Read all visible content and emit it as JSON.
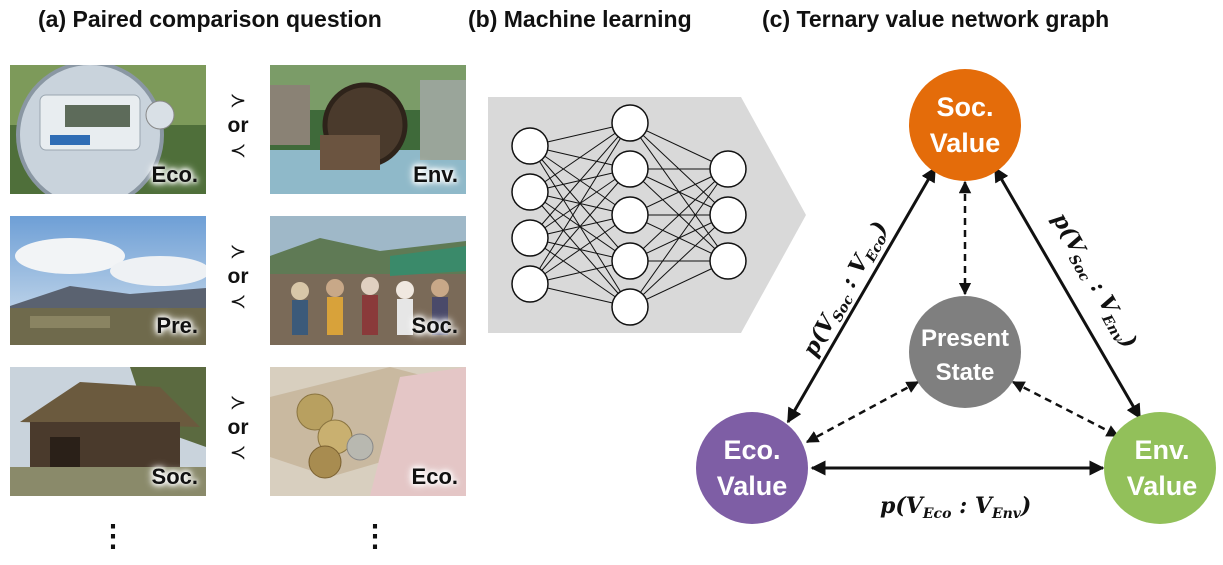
{
  "titles": {
    "a": "(a) Paired comparison question",
    "b": "(b) Machine learning",
    "c": "(c) Ternary value network graph"
  },
  "pairs": [
    {
      "left": "Eco.",
      "right": "Env.",
      "gt": "≻",
      "or": "or",
      "lt": "≺"
    },
    {
      "left": "Pre.",
      "right": "Soc.",
      "gt": "≻",
      "or": "or",
      "lt": "≺"
    },
    {
      "left": "Soc.",
      "right": "Eco.",
      "gt": "≻",
      "or": "or",
      "lt": "≺"
    }
  ],
  "ellipsis": "⋮",
  "network": {
    "layers": [
      4,
      5,
      3
    ]
  },
  "nodes": {
    "soc": {
      "line1": "Soc.",
      "line2": "Value",
      "color": "#e46c0a"
    },
    "eco": {
      "line1": "Eco.",
      "line2": "Value",
      "color": "#7e5ea5"
    },
    "env": {
      "line1": "Env.",
      "line2": "Value",
      "color": "#92c05a"
    },
    "present": {
      "line1": "Present",
      "line2": "State",
      "color": "#7f7f7f"
    }
  },
  "edge_labels": {
    "soc_eco": {
      "pre": "p(V",
      "sub1": "Soc",
      "mid": " : V",
      "sub2": "Eco",
      "post": ")"
    },
    "soc_env": {
      "pre": "p(V",
      "sub1": "Soc",
      "mid": " : V",
      "sub2": "Env",
      "post": ")"
    },
    "eco_env": {
      "pre": "p(V",
      "sub1": "Eco",
      "mid": " : V",
      "sub2": "Env",
      "post": ")"
    }
  }
}
